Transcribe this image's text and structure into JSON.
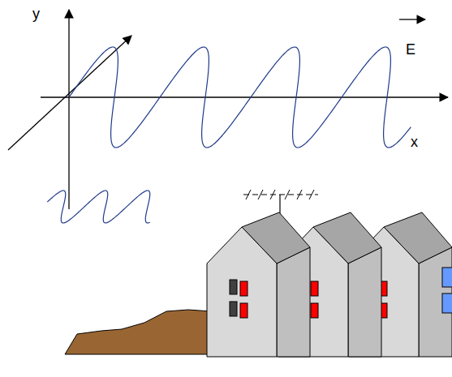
{
  "diagram": {
    "labels": [
      "y",
      "x",
      "E"
    ]
  }
}
